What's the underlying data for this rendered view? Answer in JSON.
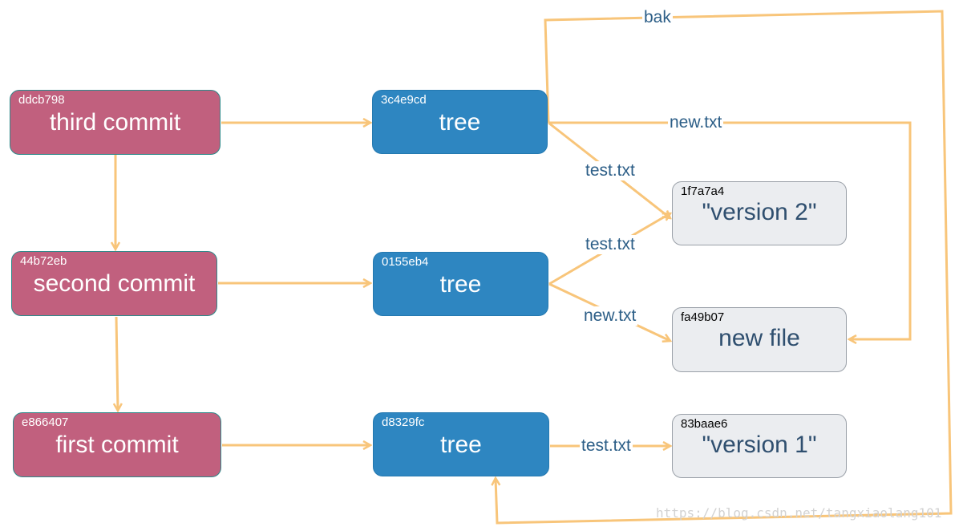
{
  "commits": [
    {
      "hash": "ddcb798",
      "title": "third commit"
    },
    {
      "hash": "44b72eb",
      "title": "second commit"
    },
    {
      "hash": "e866407",
      "title": "first commit"
    }
  ],
  "trees": [
    {
      "hash": "3c4e9cd",
      "title": "tree"
    },
    {
      "hash": "0155eb4",
      "title": "tree"
    },
    {
      "hash": "d8329fc",
      "title": "tree"
    }
  ],
  "blobs": [
    {
      "hash": "1f7a7a4",
      "title": "\"version 2\""
    },
    {
      "hash": "fa49b07",
      "title": "new file"
    },
    {
      "hash": "83baae6",
      "title": "\"version 1\""
    }
  ],
  "edge_labels": {
    "bak": "bak",
    "tree3_new": "new.txt",
    "tree3_test": "test.txt",
    "tree2_test": "test.txt",
    "tree2_new": "new.txt",
    "tree1_test": "test.txt"
  },
  "watermark": "https://blog.csdn.net/tangxiaolang101",
  "colors": {
    "commit": "#c1607e",
    "tree": "#2e86c1",
    "blob": "#ebedf0",
    "arrow": "#f8c57a",
    "label": "#2c5e87"
  }
}
